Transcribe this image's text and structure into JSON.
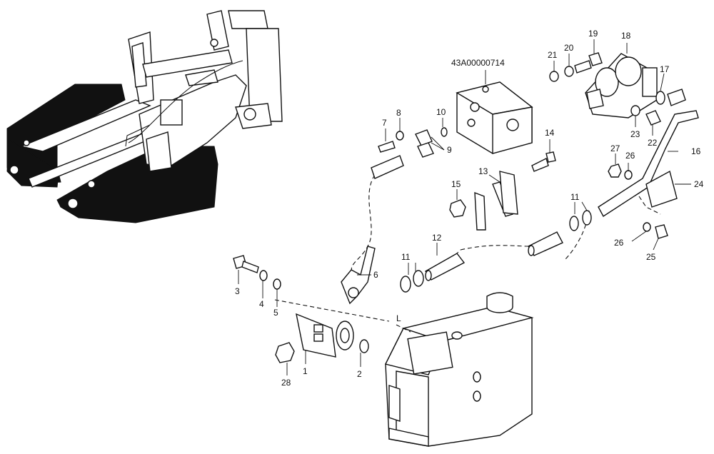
{
  "diagram": {
    "reference_code": "43A00000714",
    "line_marker": "L",
    "callouts": [
      "1",
      "2",
      "3",
      "4",
      "5",
      "6",
      "7",
      "8",
      "9",
      "10",
      "11",
      "11",
      "12",
      "13",
      "14",
      "15",
      "16",
      "17",
      "18",
      "19",
      "20",
      "21",
      "22",
      "23",
      "24",
      "25",
      "26",
      "26",
      "27",
      "28"
    ]
  }
}
